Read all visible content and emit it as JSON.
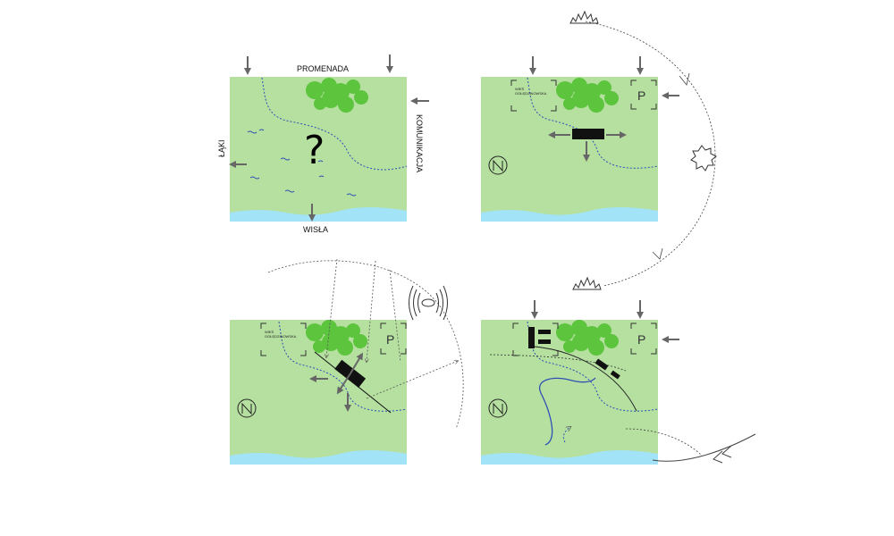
{
  "colors": {
    "meadow": "#b5e0a0",
    "river": "#a3e3f7",
    "trees": "#5cc43d",
    "stream": "#2f4fb5",
    "arrow": "#666666",
    "building": "#111111"
  },
  "panel1": {
    "top_label": "PROMENADA",
    "right_label": "KOMUNIKACJA",
    "left_label": "ŁĄKI",
    "bottom_label": "WISŁA",
    "center_mark": "?"
  },
  "panel2": {
    "village_label_1": "WIEŚ",
    "village_label_2": "GOŁĘDZINOWSKA",
    "parking_label": "P"
  },
  "panel3": {
    "village_label_1": "WIEŚ",
    "village_label_2": "GOŁĘDZINOWSKA",
    "parking_label": "P"
  },
  "panel4": {
    "parking_label": "P"
  },
  "icons": [
    "compass-icon",
    "sun-icon",
    "wind-icon",
    "arrow-icon",
    "tree-cluster-icon"
  ]
}
